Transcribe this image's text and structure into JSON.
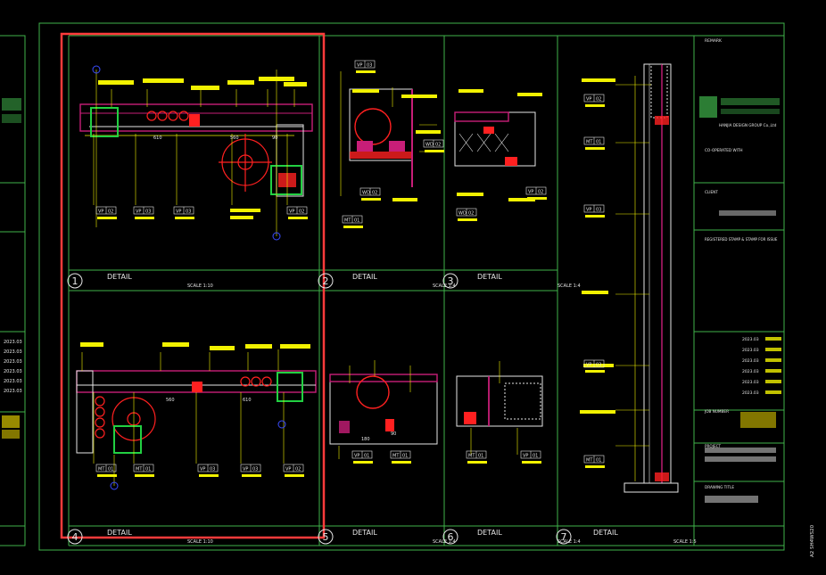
{
  "colors": {
    "background": "#000000",
    "frame": "#3fb24a",
    "annotation": "#f2f200",
    "wall": "#c81e78",
    "red": "#ff2020",
    "white": "#e6e6e6",
    "selection": "#ff3b3b",
    "highlight": "#22d042",
    "cyan": "#3ce6e6",
    "blue": "#3a4cff"
  },
  "details": [
    {
      "num": "1",
      "title": "DETAIL",
      "scale": "SCALE 1:10"
    },
    {
      "num": "2",
      "title": "DETAIL",
      "scale": "SCALE 1:4"
    },
    {
      "num": "3",
      "title": "DETAIL",
      "scale": "SCALE 1:4"
    },
    {
      "num": "4",
      "title": "DETAIL",
      "scale": "SCALE 1:10"
    },
    {
      "num": "5",
      "title": "DETAIL",
      "scale": "SCALE 1:4"
    },
    {
      "num": "6",
      "title": "DETAIL",
      "scale": "SCALE 1:4"
    },
    {
      "num": "7",
      "title": "DETAIL",
      "scale": "SCALE 1:5"
    }
  ],
  "tags": {
    "vp02": {
      "code": "VP",
      "num": "02"
    },
    "vp03": {
      "code": "VP",
      "num": "03"
    },
    "vp01": {
      "code": "VP",
      "num": "01"
    },
    "mt01": {
      "code": "MT",
      "num": "01"
    },
    "wd02": {
      "code": "WD",
      "num": "02"
    }
  },
  "dims": {
    "d610": "610",
    "d560": "560",
    "d90": "90",
    "d180": "180"
  },
  "titleblock": {
    "remark": "REMARK",
    "company_en": "HANJIA DESIGN GROUP Co.,Ltd",
    "co_operated": "CO-OPERATED WITH",
    "client": "CLIENT",
    "stamp": "REGISTERED STAMP & STAMP FOR ISSUE",
    "job_number": "JOB NUMBER",
    "project": "PROJECT",
    "drawing_title": "DRAWING TITLE",
    "date": "2023.03",
    "page_code": "A2 SH4WS20"
  },
  "left_strip": {
    "dates": [
      "2023.03",
      "2023.03",
      "2023.03",
      "2023.03",
      "2023.03",
      "2023.03"
    ]
  }
}
